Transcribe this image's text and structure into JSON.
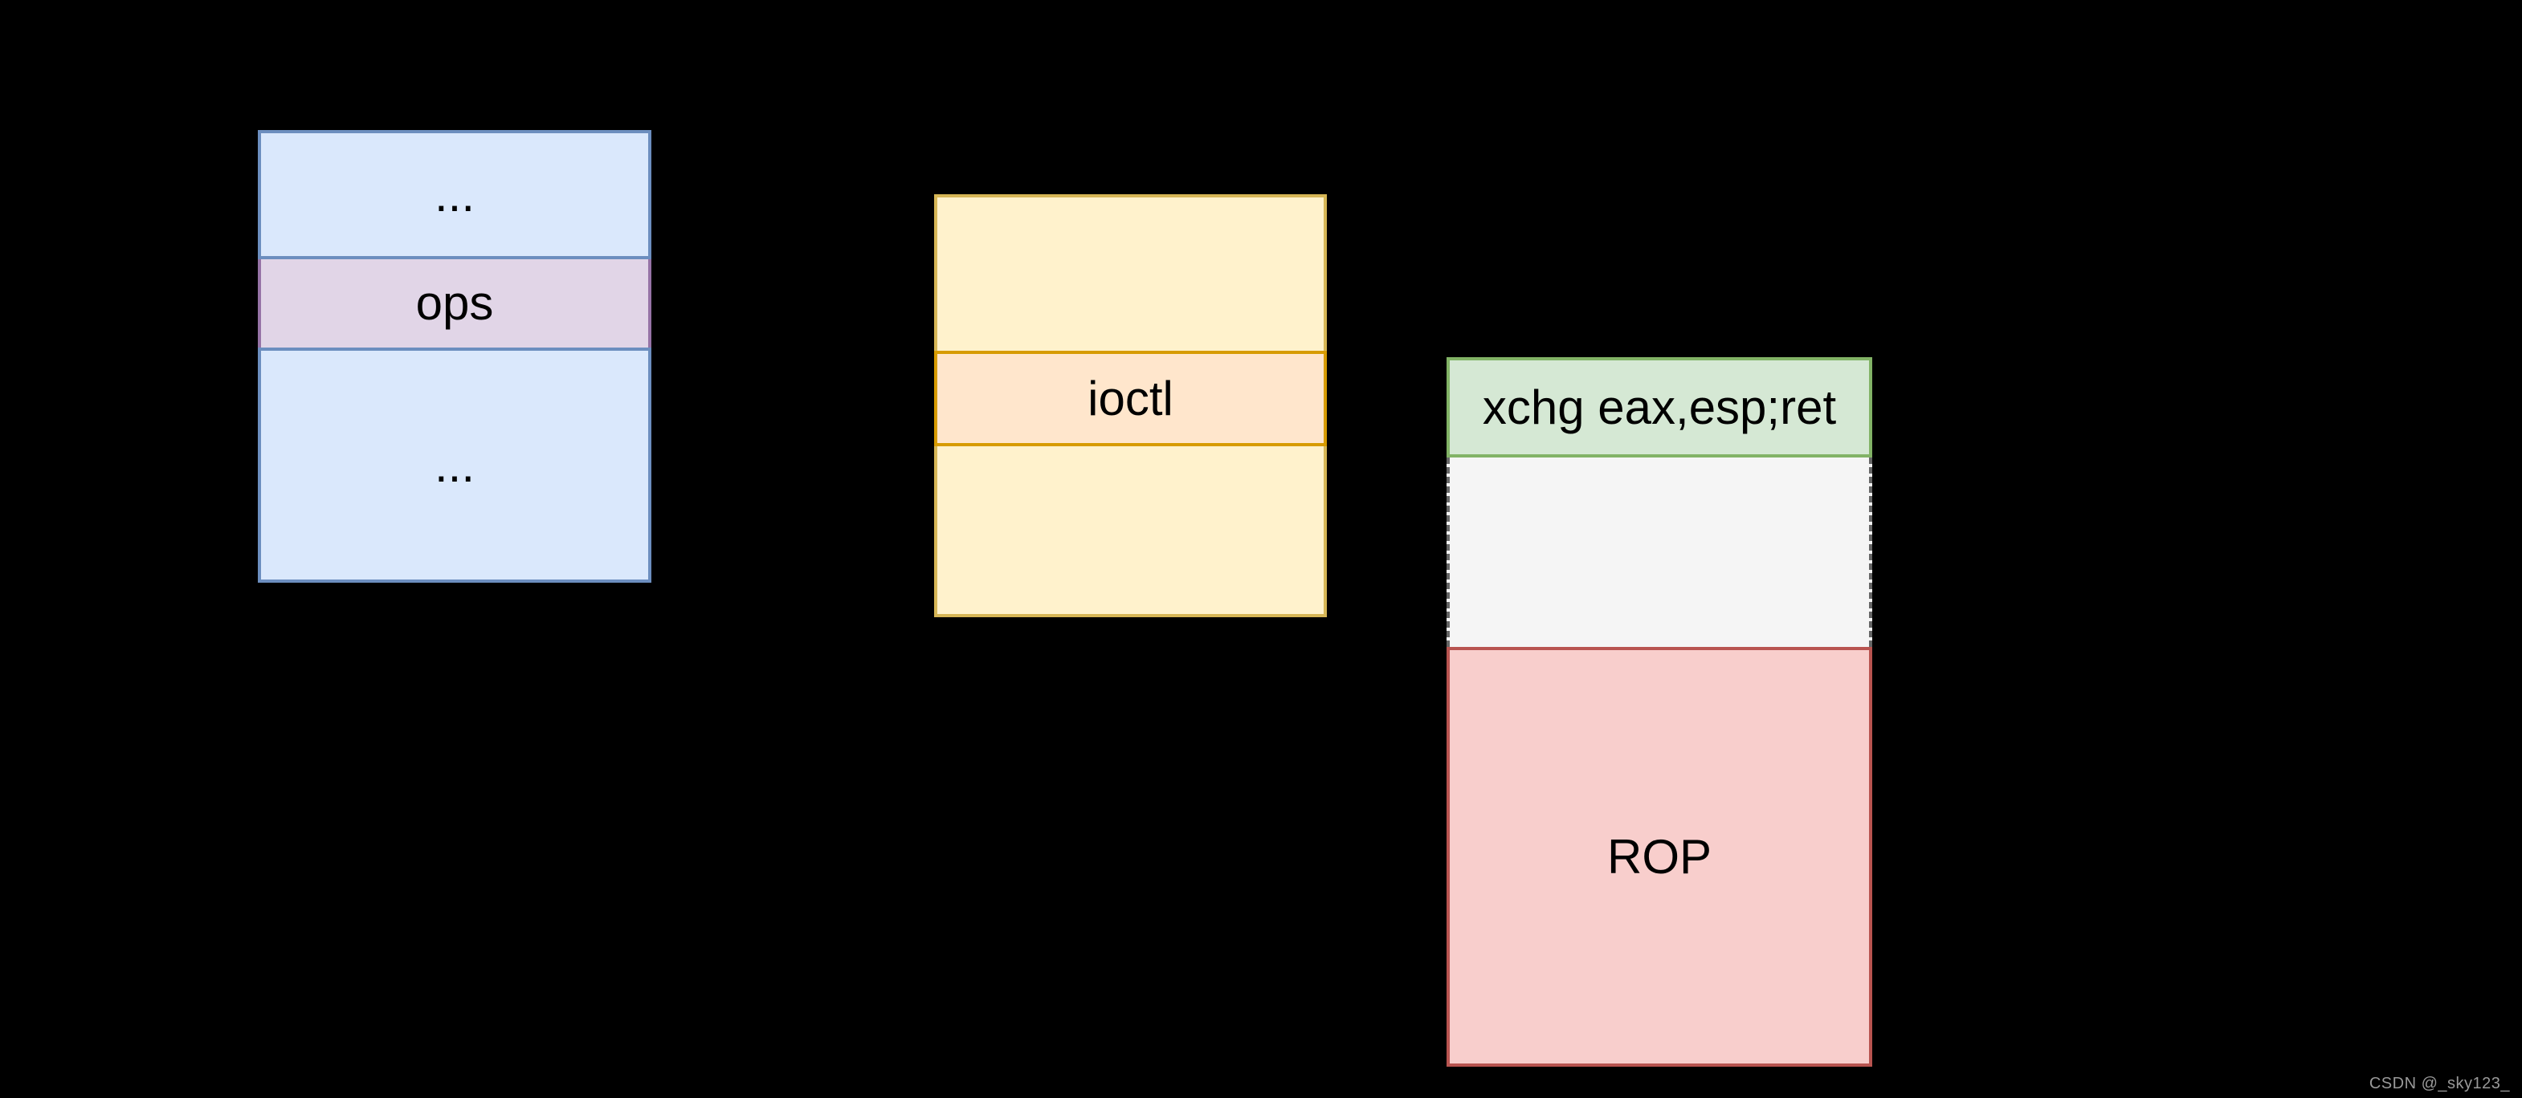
{
  "background_color": "#000000",
  "diagram": {
    "left_box": {
      "rows": [
        {
          "label": "...",
          "fill": "#dae8fc",
          "stroke": "#6c8ebf"
        },
        {
          "label": "ops",
          "fill": "#e1d5e7",
          "stroke": "#9673a6"
        },
        {
          "label": "...",
          "fill": "#dae8fc",
          "stroke": "#6c8ebf"
        }
      ]
    },
    "middle_box": {
      "rows": [
        {
          "label": "",
          "fill": "#fff2cc",
          "stroke": "#d6b656"
        },
        {
          "label": "ioctl",
          "fill": "#ffe6cc",
          "stroke": "#d79b00"
        },
        {
          "label": "",
          "fill": "#fff2cc",
          "stroke": "#d6b656"
        }
      ]
    },
    "right_box": {
      "rows": [
        {
          "label": "xchg eax,esp;ret",
          "fill": "#d5e8d4",
          "stroke": "#82b366"
        },
        {
          "label": "",
          "fill": "#f5f5f5",
          "stroke": "#666666"
        },
        {
          "label": "ROP",
          "fill": "#f8cecc",
          "stroke": "#b85450"
        }
      ]
    }
  },
  "watermark": {
    "text": "CSDN @_sky123_",
    "color": "#999999"
  }
}
